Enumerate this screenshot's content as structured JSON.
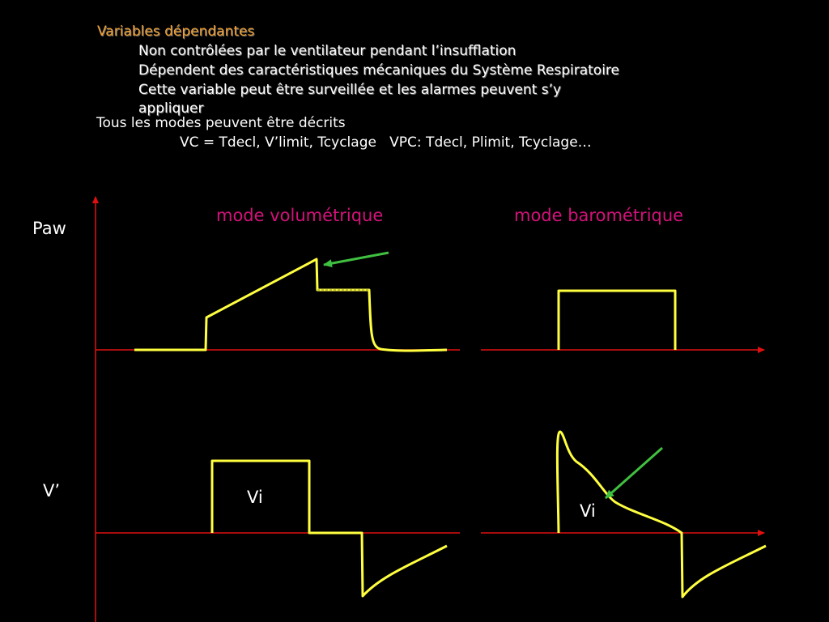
{
  "slide": {
    "heading": "Variables dépendantes",
    "bullets": [
      "Non contrôlées par le ventilateur pendant l’insufflation",
      "Dépendent des caractéristiques mécaniques du Système Respiratoire",
      "Cette variable peut être surveillée et les alarmes peuvent s’y",
      "appliquer"
    ],
    "modes_line": "Tous les modes peuvent être décrits",
    "formula_vc": "VC = Tdecl, V’limit, Tcyclage",
    "formula_vpc": "VPC: Tdecl, Plimit, Tcyclage…"
  },
  "diagram": {
    "paw_label": "Paw",
    "flow_label": "V’",
    "mode_volume_title": "mode volumétrique",
    "mode_pressure_title": "mode barométrique",
    "vi_label_volume": "Vi",
    "vi_label_pressure": "Vi"
  },
  "colors": {
    "background": "#000000",
    "heading": "#f0a030",
    "text": "#ffffff",
    "mode_title": "#d4127a",
    "axis": "#e01010",
    "waveform": "#ffff40",
    "arrow": "#40c040"
  }
}
